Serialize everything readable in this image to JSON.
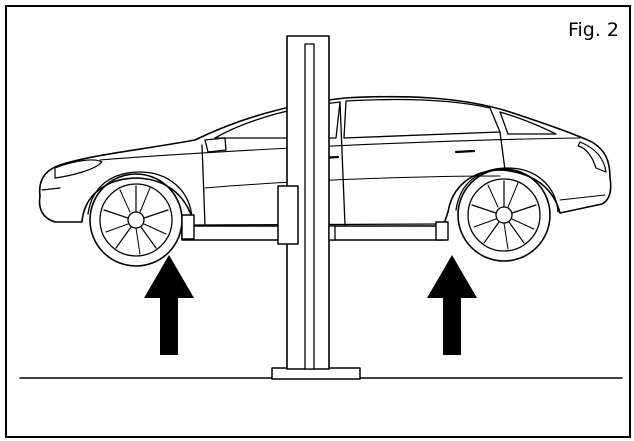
{
  "figure": {
    "label": "Fig. 2"
  },
  "colors": {
    "line": "#000000",
    "background": "#ffffff"
  },
  "diagram": {
    "subject": "car-on-two-post-lift",
    "lift_arrows": 2
  }
}
